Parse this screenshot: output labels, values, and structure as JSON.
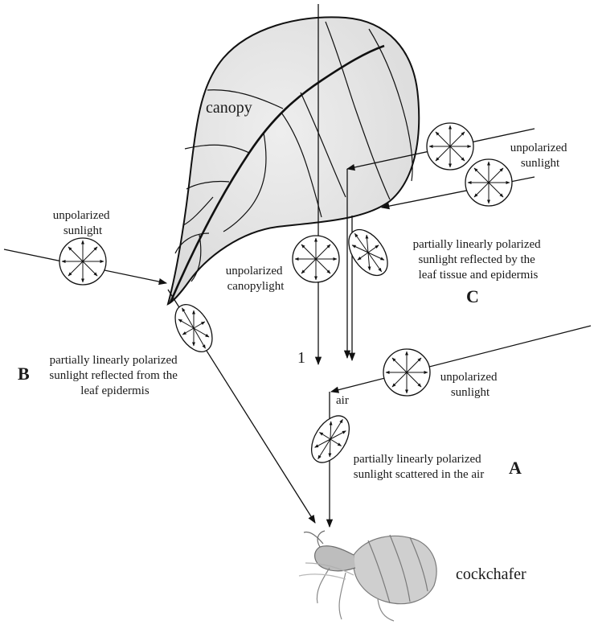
{
  "labels": {
    "canopy": "canopy",
    "unpolarized_sunlight_left": [
      "unpolarized",
      "sunlight"
    ],
    "unpolarized_sunlight_right": [
      "unpolarized",
      "sunlight"
    ],
    "unpolarized_sunlight_air": [
      "unpolarized",
      "sunlight"
    ],
    "unpolarized_canopylight": [
      "unpolarized",
      "canopylight"
    ],
    "reflected_leaf_tissue": [
      "partially linearly polarized",
      "sunlight reflected by the",
      "leaf tissue and epidermis"
    ],
    "reflected_leaf_epidermis": [
      "partially linearly polarized",
      "sunlight reflected from the",
      "leaf epidermis"
    ],
    "scattered_air": [
      "partially linearly polarized",
      "sunlight scattered in the air"
    ],
    "air": "air",
    "ray_number": "1",
    "cockchafer": "cockchafer"
  },
  "markers": {
    "A": "A",
    "B": "B",
    "C": "C"
  },
  "colors": {
    "ink": "#111111",
    "leaf_fill": "#e6e6e6",
    "beetle": "#8a8a8a"
  }
}
